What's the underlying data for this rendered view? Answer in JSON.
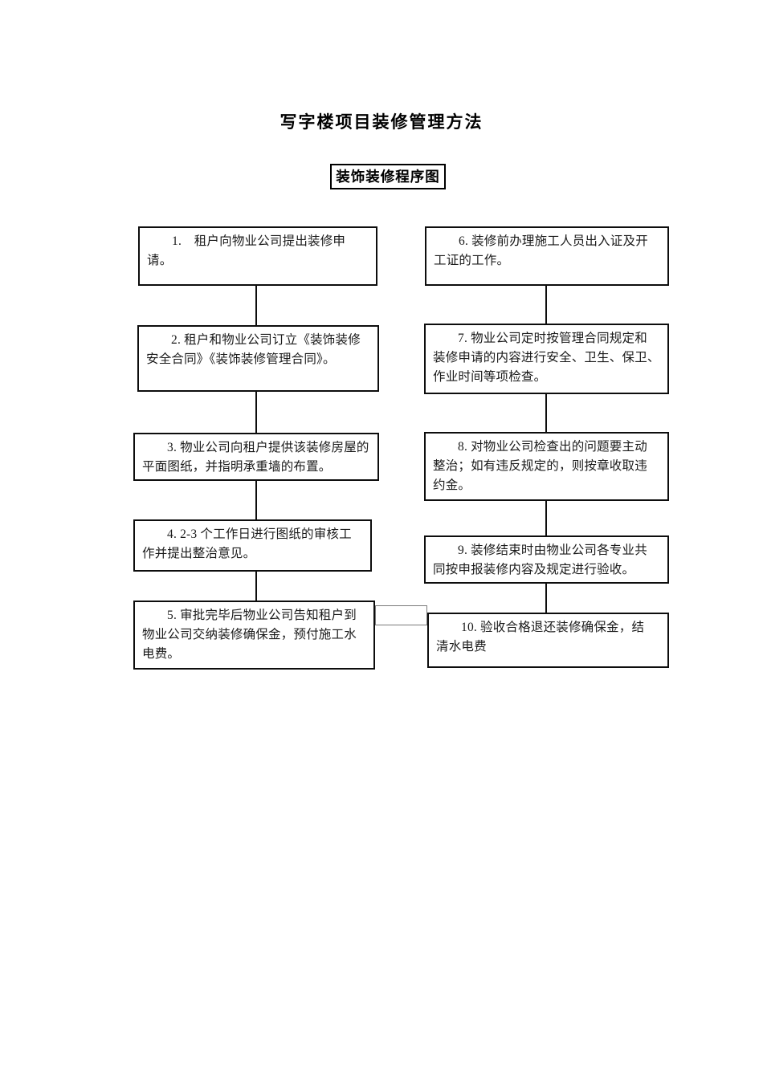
{
  "document": {
    "title": "写字楼项目装修管理方法",
    "diagram_heading": "装饰装修程序图"
  },
  "flowchart": {
    "steps": [
      {
        "id": "1",
        "column": "left",
        "text": "1.　租户向物业公司提出装修申请。"
      },
      {
        "id": "2",
        "column": "left",
        "text": "2. 租户和物业公司订立《装饰装修\n安全合同》《装饰装修管理合同》。"
      },
      {
        "id": "3",
        "column": "left",
        "text": "3. 物业公司向租户提供该装修房屋的\n平面图纸，并指明承重墙的布置。"
      },
      {
        "id": "4",
        "column": "left",
        "text": "4. 2-3 个工作日进行图纸的审核工\n作并提出整治意见。"
      },
      {
        "id": "5",
        "column": "left",
        "text": "5. 审批完毕后物业公司告知租户到\n物业公司交纳装修确保金，预付施工水\n电费。"
      },
      {
        "id": "6",
        "column": "right",
        "text": "6. 装修前办理施工人员出入证及开\n工证的工作。"
      },
      {
        "id": "7",
        "column": "right",
        "text": "7. 物业公司定时按管理合同规定和\n装修申请的内容进行安全、卫生、保卫、\n作业时间等项检查。"
      },
      {
        "id": "8",
        "column": "right",
        "text": "8. 对物业公司检查出的问题要主动\n整治；如有违反规定的，则按章收取违\n约金。"
      },
      {
        "id": "9",
        "column": "right",
        "text": "9. 装修结束时由物业公司各专业共\n同按申报装修内容及规定进行验收。"
      },
      {
        "id": "10",
        "column": "right",
        "text": "10. 验收合格退还装修确保金，结\n清水电费"
      }
    ]
  },
  "colors": {
    "page_background": "#ffffff",
    "box_border": "#0d0d0d",
    "text": "#1a1a1a",
    "connector_box_border": "#7a7a7a"
  }
}
